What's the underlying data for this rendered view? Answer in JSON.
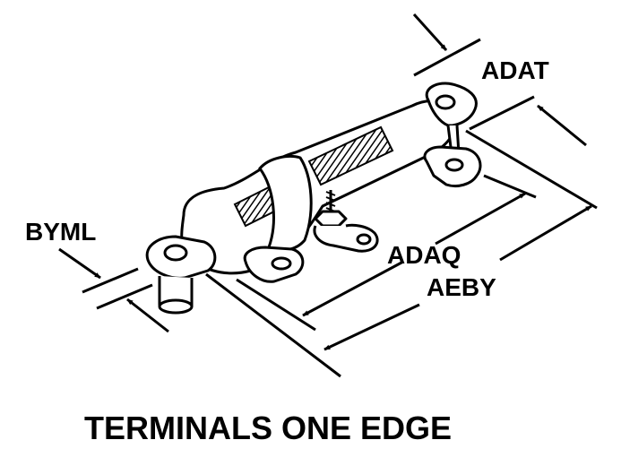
{
  "labels": {
    "adat": "ADAT",
    "byml": "BYML",
    "adaq": "ADAQ",
    "aeby": "AEBY"
  },
  "caption": "TERMINALS ONE EDGE",
  "colors": {
    "ink": "#000000",
    "paper": "#ffffff"
  }
}
